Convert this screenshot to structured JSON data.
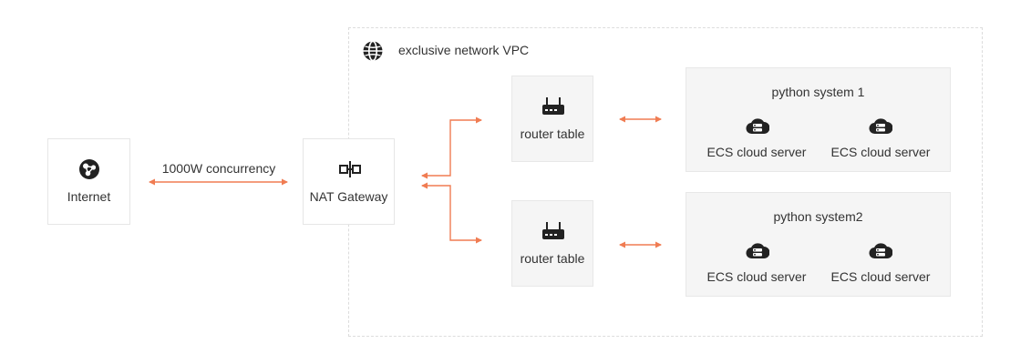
{
  "vpc": {
    "title": "exclusive network VPC",
    "icon": "globe-icon"
  },
  "internet": {
    "label": "Internet",
    "icon": "internet-icon"
  },
  "link": {
    "label": "1000W concurrency"
  },
  "nat": {
    "label": "NAT Gateway",
    "icon": "nat-gateway-icon"
  },
  "routers": [
    {
      "label": "router table",
      "icon": "router-icon"
    },
    {
      "label": "router table",
      "icon": "router-icon"
    }
  ],
  "systems": [
    {
      "title": "python system 1",
      "servers": [
        {
          "label": "ECS cloud server"
        },
        {
          "label": "ECS cloud server"
        }
      ]
    },
    {
      "title": "python system2",
      "servers": [
        {
          "label": "ECS cloud server"
        },
        {
          "label": "ECS cloud server"
        }
      ]
    }
  ],
  "colors": {
    "arrow": "#f07c52",
    "border": "#e6e6e6",
    "panel": "#f5f5f5",
    "icon": "#222222"
  }
}
